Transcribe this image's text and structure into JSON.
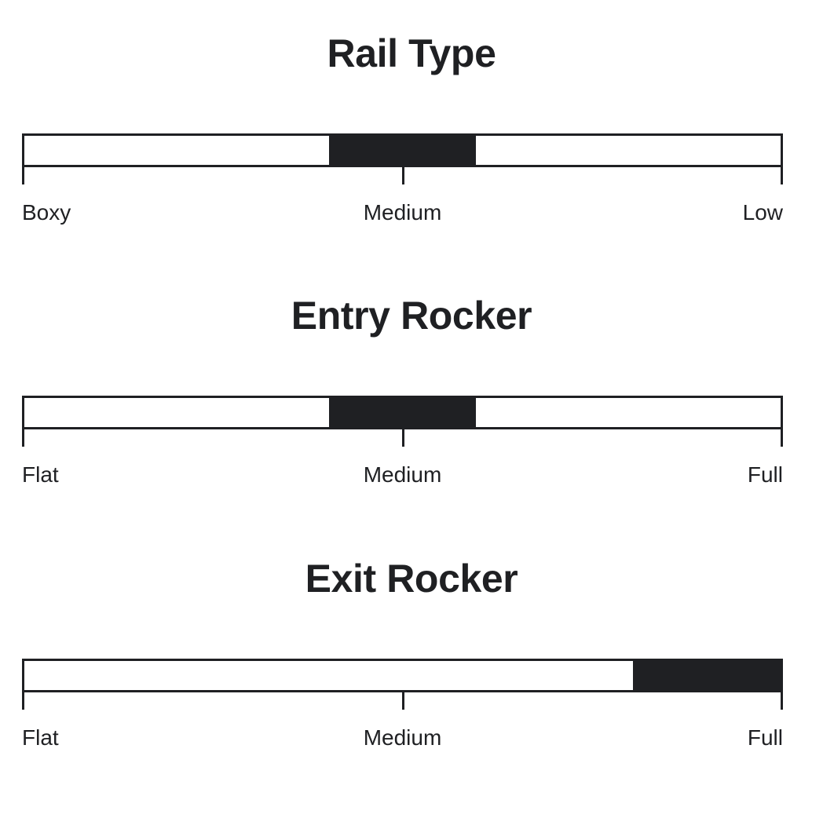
{
  "page": {
    "background_color": "#ffffff",
    "accent_color": "#1f2023"
  },
  "chart_data": {
    "type": "bar",
    "title": "",
    "orientation": "horizontal",
    "grid": false,
    "legend": null,
    "xlim": [
      0,
      100
    ],
    "xlabel": "",
    "ylabel": "",
    "charts": [
      {
        "title": "Rail Type",
        "tick_labels": [
          "Boxy",
          "Medium",
          "Low"
        ],
        "tick_values": [
          0,
          50,
          100
        ],
        "segment_start": 40,
        "segment_end": 60,
        "value_label": "Medium"
      },
      {
        "title": "Entry Rocker",
        "tick_labels": [
          "Flat",
          "Medium",
          "Full"
        ],
        "tick_values": [
          0,
          50,
          100
        ],
        "segment_start": 40,
        "segment_end": 60,
        "value_label": "Medium"
      },
      {
        "title": "Exit Rocker",
        "tick_labels": [
          "Flat",
          "Medium",
          "Full"
        ],
        "tick_values": [
          0,
          50,
          100
        ],
        "segment_start": 80,
        "segment_end": 100,
        "value_label": "Full"
      }
    ]
  },
  "sections": [
    {
      "title": "Rail Type",
      "labels": {
        "start": "Boxy",
        "mid": "Medium",
        "end": "Low"
      }
    },
    {
      "title": "Entry Rocker",
      "labels": {
        "start": "Flat",
        "mid": "Medium",
        "end": "Full"
      }
    },
    {
      "title": "Exit Rocker",
      "labels": {
        "start": "Flat",
        "mid": "Medium",
        "end": "Full"
      }
    }
  ]
}
